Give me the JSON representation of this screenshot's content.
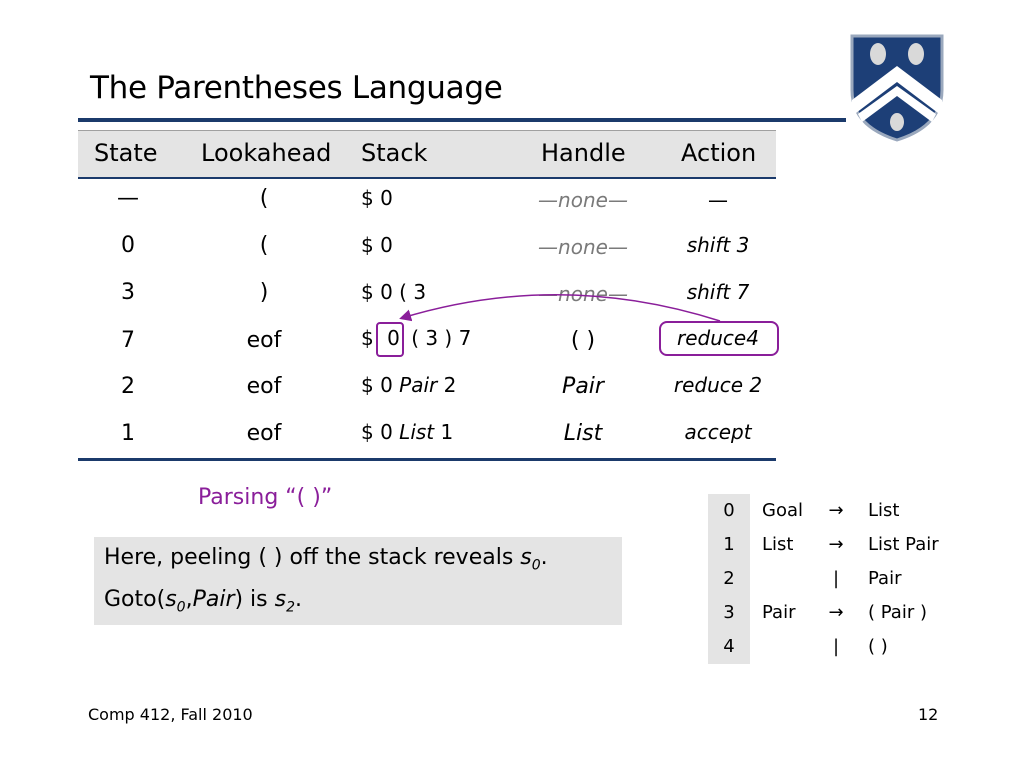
{
  "title": "The Parentheses Language",
  "table": {
    "headers": [
      "State",
      "Lookahead",
      "Stack",
      "Handle",
      "Action"
    ],
    "rows": [
      {
        "state": "—",
        "lookahead": "(",
        "stack": "$ 0",
        "handle": "—none—",
        "action": "—"
      },
      {
        "state": "0",
        "lookahead": "(",
        "stack": "$ 0",
        "handle": "—none—",
        "action": "shift 3"
      },
      {
        "state": "3",
        "lookahead": ")",
        "stack": "$ 0 ( 3",
        "handle": "—none—",
        "action": "shift 7"
      },
      {
        "state": "7",
        "lookahead": "eof",
        "stack": "$ 0 ( 3 ) 7",
        "handle": "( )",
        "action": "reduce4"
      },
      {
        "state": "2",
        "lookahead": "eof",
        "stack": "$ 0 Pair 2",
        "handle": "Pair",
        "action": "reduce 2"
      },
      {
        "state": "1",
        "lookahead": "eof",
        "stack": "$ 0 List 1",
        "handle": "List",
        "action": "accept"
      }
    ]
  },
  "stack_parts": {
    "r3": {
      "pre": "$ 0 ( 3"
    },
    "r4": {
      "dollar": "$",
      "zero": "0",
      "rest": "( 3 ) 7"
    },
    "r5": {
      "pre": "$ 0",
      "sym": "Pair",
      "num": "2"
    },
    "r6": {
      "pre": "$ 0",
      "sym": "List",
      "num": "1"
    }
  },
  "parsing_label": "Parsing “( )”",
  "note": {
    "line1_pre": "Here, peeling ( ) off the stack reveals ",
    "line1_s": "s",
    "line1_sub": "0",
    "line1_end": ".",
    "line2_pre": "Goto(",
    "line2_s1": "s",
    "line2_sub1": "0",
    "line2_mid": ",",
    "line2_pair": "Pair",
    "line2_is": ") is ",
    "line2_s2": "s",
    "line2_sub2": "2",
    "line2_end": "."
  },
  "grammar": [
    {
      "num": "0",
      "lhs": "Goal",
      "arrow": "→",
      "rhs": "List"
    },
    {
      "num": "1",
      "lhs": "List",
      "arrow": "→",
      "rhs": "List Pair"
    },
    {
      "num": "2",
      "lhs": "",
      "arrow": "|",
      "rhs": "Pair"
    },
    {
      "num": "3",
      "lhs": "Pair",
      "arrow": "→",
      "rhs": "( Pair )"
    },
    {
      "num": "4",
      "lhs": "",
      "arrow": "|",
      "rhs": "( )"
    }
  ],
  "footer": {
    "left": "Comp 412, Fall 2010",
    "right": "12"
  },
  "colors": {
    "rule": "#1b3a6b",
    "accent": "#8a1e9a",
    "header_bg": "#e4e4e4",
    "none_text": "#7a7a7a"
  }
}
